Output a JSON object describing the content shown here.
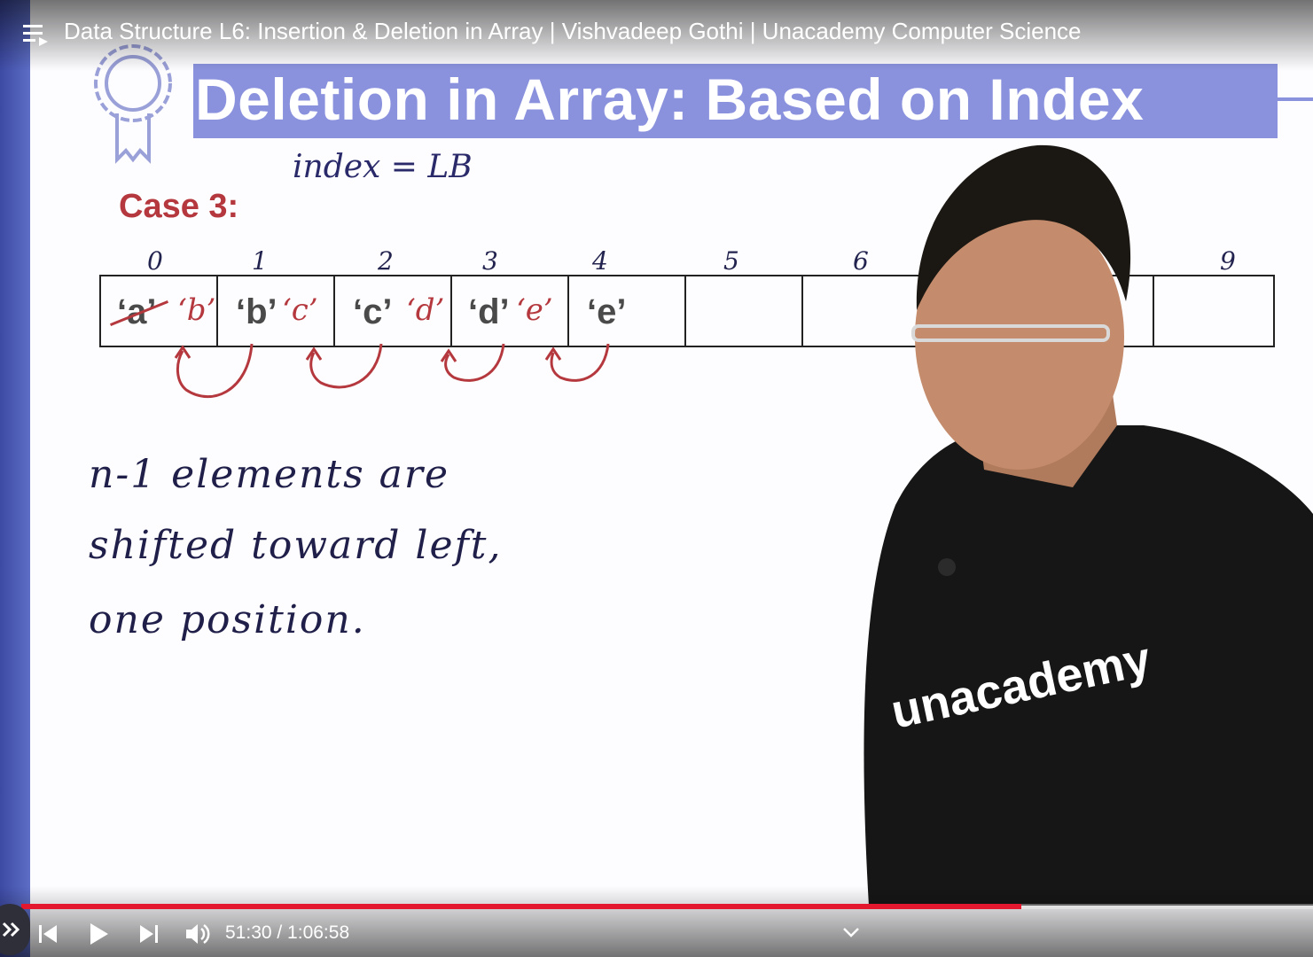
{
  "window": {
    "title": "Data Structure L6: Insertion & Deletion in Array | Vishvadeep Gothi | Unacademy Computer Science"
  },
  "slide": {
    "title": "Deletion in Array: Based on Index",
    "case_label": "Case 3:",
    "handwritten_index": "index = LB",
    "indices": [
      "0",
      "1",
      "2",
      "3",
      "4",
      "5",
      "6",
      "9"
    ],
    "cells": [
      {
        "original": "‘a’",
        "shifted": "‘b’"
      },
      {
        "original": "‘b’",
        "shifted": "‘c’"
      },
      {
        "original": "‘c’",
        "shifted": "‘d’"
      },
      {
        "original": "‘d’",
        "shifted": "‘e’"
      },
      {
        "original": "‘e’",
        "shifted": ""
      }
    ],
    "note_lines": [
      "n-1 elements are",
      "shifted toward left,",
      "one position."
    ],
    "shirt_brand": "unacademy"
  },
  "player": {
    "time": "51:30 / 1:06:58",
    "progress": 0.774
  },
  "icons": {
    "menu": "playlist-menu-icon",
    "previous": "previous-icon",
    "play": "play-icon",
    "next": "next-icon",
    "volume": "volume-icon",
    "chevron": "chevron-down-icon"
  },
  "colors": {
    "accent_red": "#e3172d",
    "slide_title_bg": "#8a92de",
    "case_red": "#b4383d"
  }
}
